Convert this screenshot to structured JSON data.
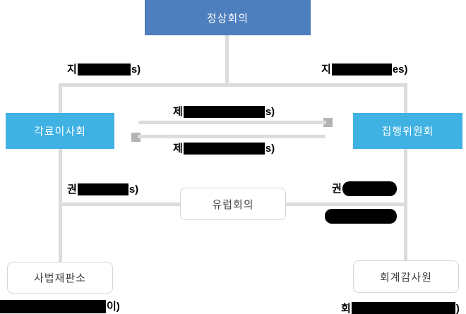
{
  "diagram": {
    "title_hint": "EU organization structure diagram (Korean)",
    "colors": {
      "summit_box": "#4d7ebe",
      "side_box": "#3fb1e3",
      "connector_line": "#dcdcdc",
      "arrowhead": "#b3b3b3",
      "outline_box_border": "#d6d6d6",
      "redaction": "#000000"
    },
    "nodes": {
      "summit": {
        "label": "정상회의"
      },
      "council": {
        "label": "각료이사회"
      },
      "commission": {
        "label": "집행위원회"
      },
      "europe": {
        "label": "유럽회의"
      },
      "court": {
        "label": "사법재판소"
      },
      "auditors": {
        "label": "회계감사원"
      }
    },
    "edge_labels": {
      "left_top": {
        "prefix": "지",
        "suffix": "s)",
        "redacted": true
      },
      "right_top": {
        "prefix": "지",
        "suffix": "es)",
        "redacted": true
      },
      "between_top": {
        "prefix": "제",
        "suffix": "s)",
        "redacted": true
      },
      "between_bottom": {
        "prefix": "제",
        "suffix": "s)",
        "redacted": true
      },
      "europe_left": {
        "prefix": "권",
        "suffix": "s)",
        "redacted": true
      },
      "europe_right_line1": {
        "prefix": "권",
        "suffix": "",
        "redacted": true
      },
      "europe_right_line2": {
        "prefix": "",
        "suffix": "",
        "redacted": true
      },
      "bottom_left": {
        "prefix": "",
        "suffix": "이)",
        "redacted": true
      },
      "bottom_right": {
        "prefix": "회",
        "suffix": ")",
        "redacted": true
      }
    }
  }
}
